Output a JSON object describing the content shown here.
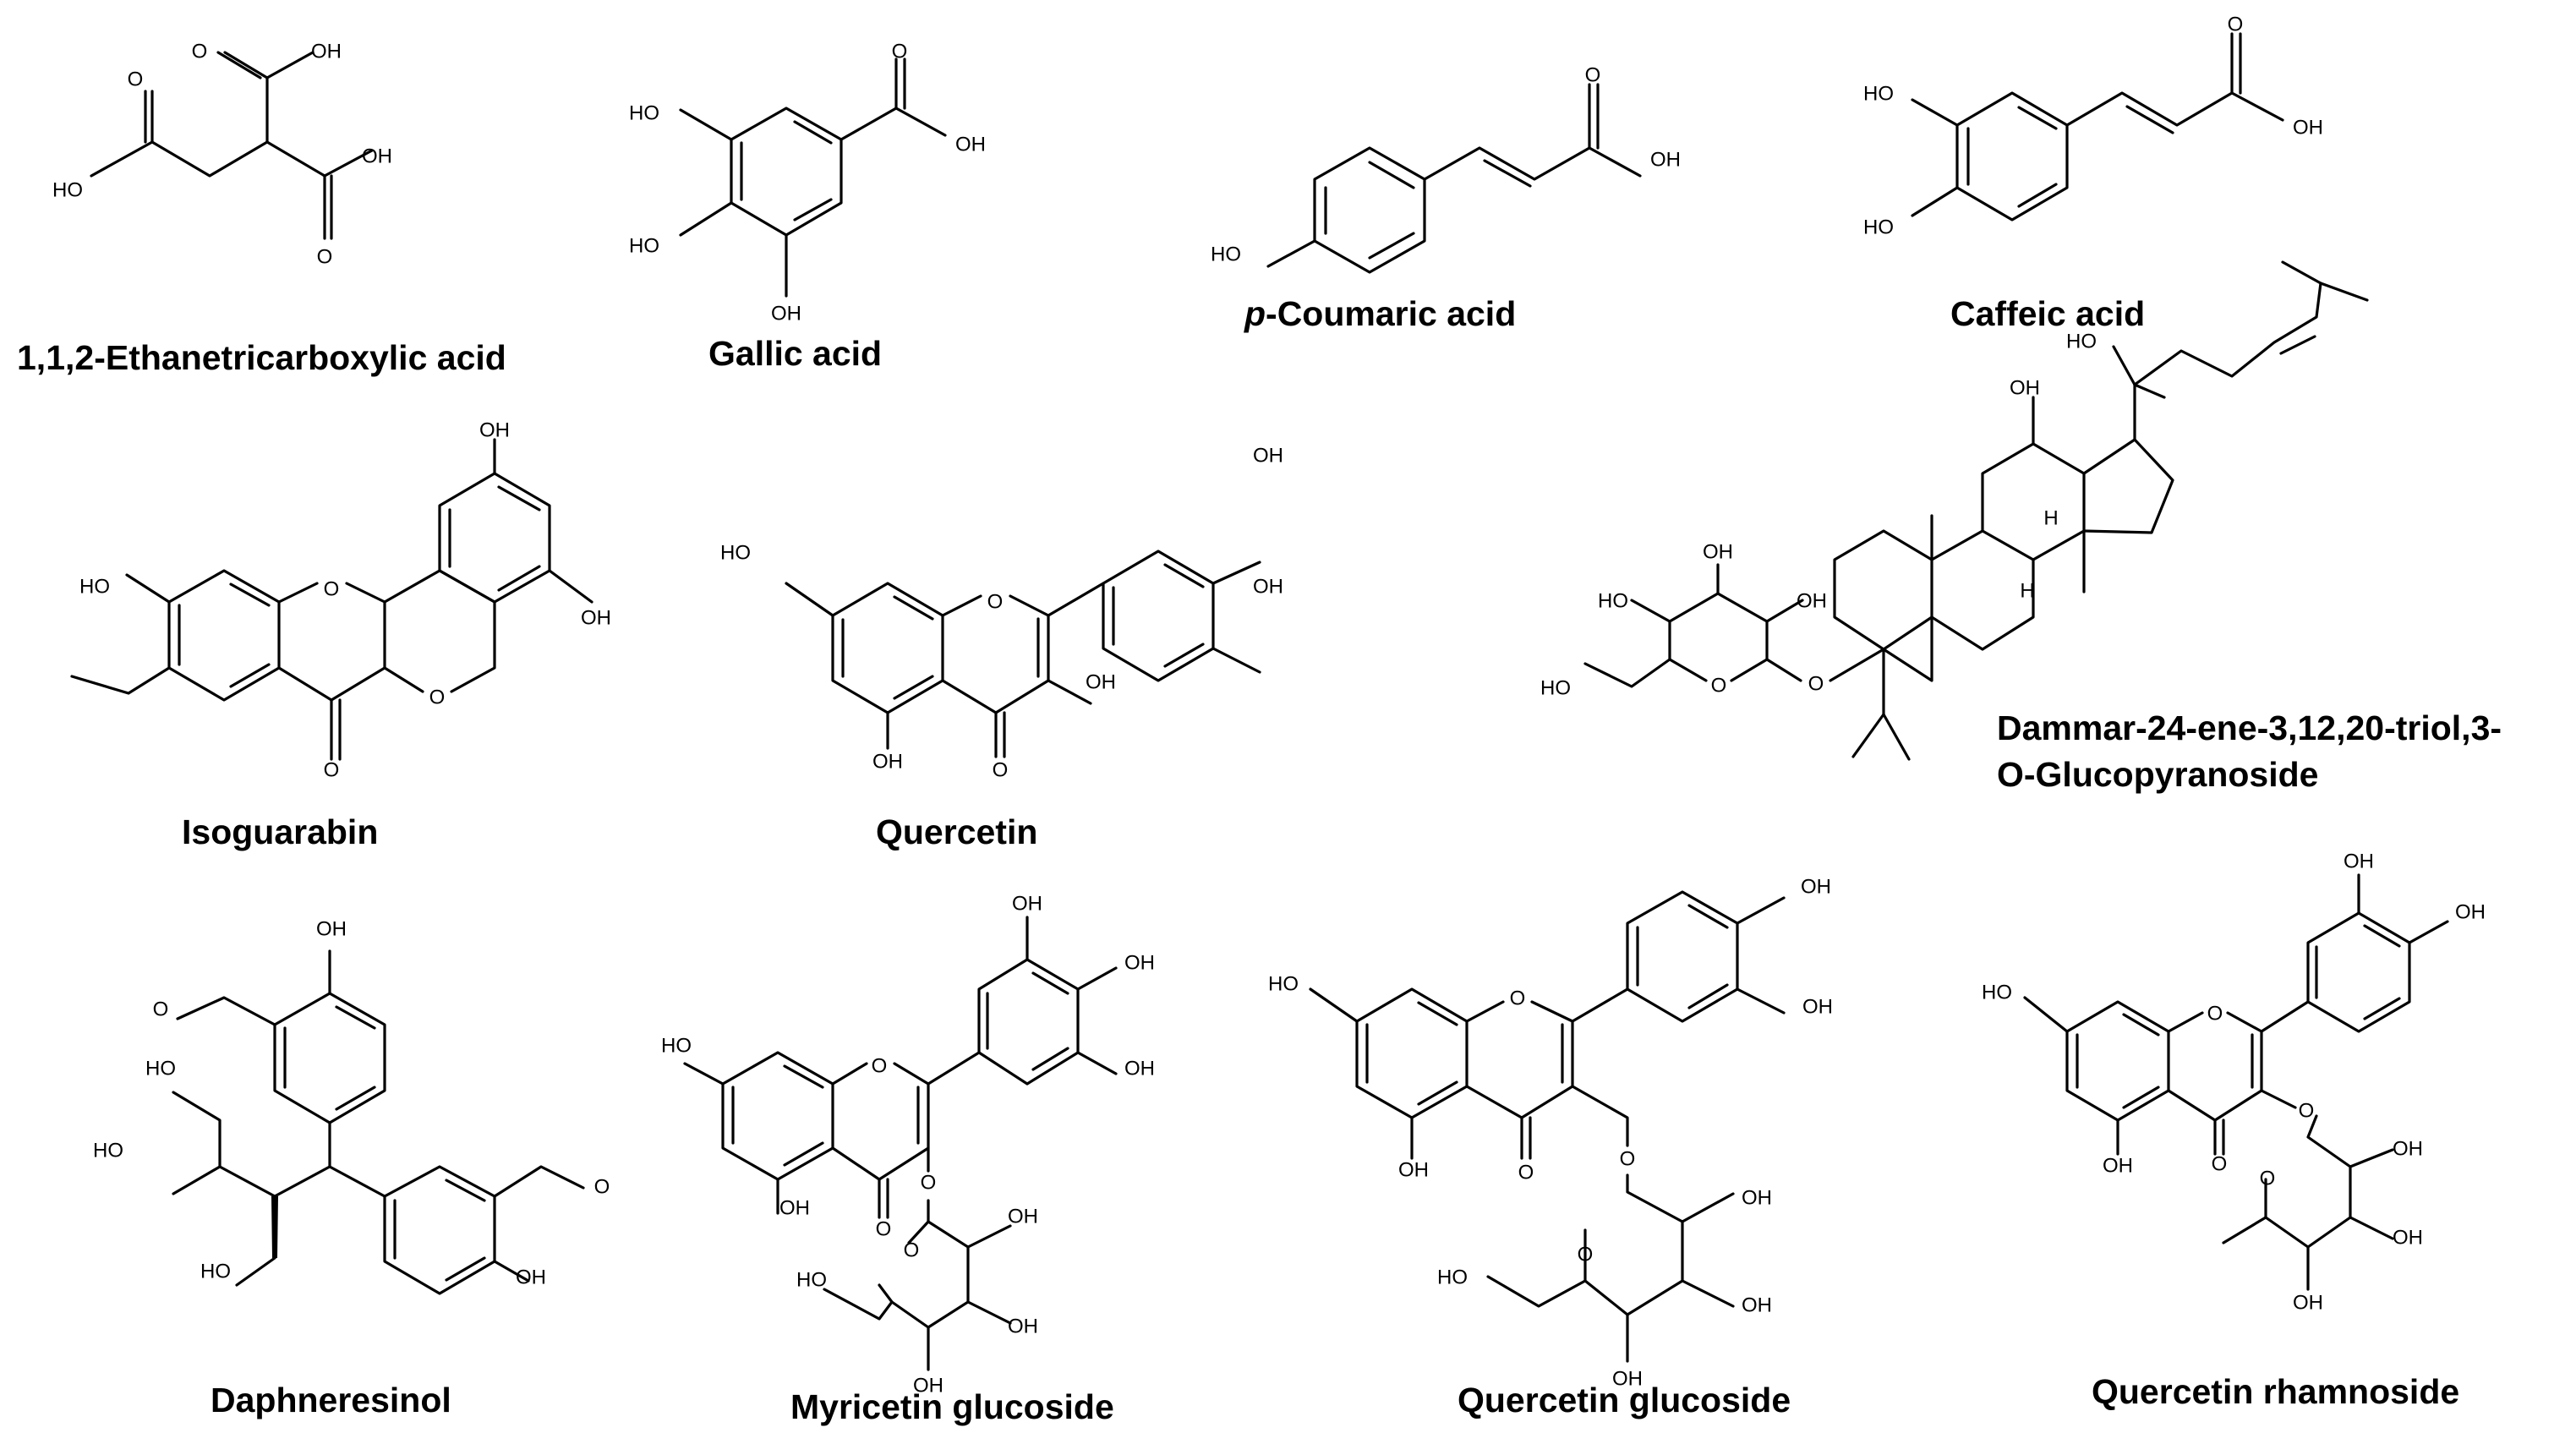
{
  "figure": {
    "compounds": [
      {
        "id": "ethanetricarboxylic",
        "name": "1,1,2-Ethanetricarboxylic  acid"
      },
      {
        "id": "gallic",
        "name": "Gallic acid"
      },
      {
        "id": "coumaric",
        "name_italic": "p",
        "name_rest": "-Coumaric  acid"
      },
      {
        "id": "caffeic",
        "name": "Caffeic acid"
      },
      {
        "id": "isoguarabin",
        "name": "Isoguarabin"
      },
      {
        "id": "quercetin",
        "name": "Quercetin"
      },
      {
        "id": "dammar",
        "name_line1": "Dammar-24-ene-3,12,20-triol,3-",
        "name_line2": "O-Glucopyranoside"
      },
      {
        "id": "daphneresinol",
        "name": "Daphneresinol"
      },
      {
        "id": "myricetin-glucoside",
        "name": "Myricetin glucoside"
      },
      {
        "id": "quercetin-glucoside",
        "name": "Quercetin glucoside"
      },
      {
        "id": "quercetin-rhamnoside",
        "name": "Quercetin  rhamnoside"
      }
    ],
    "atom_labels": {
      "OH": "OH",
      "HO": "HO",
      "O": "O",
      "H": "H"
    }
  }
}
